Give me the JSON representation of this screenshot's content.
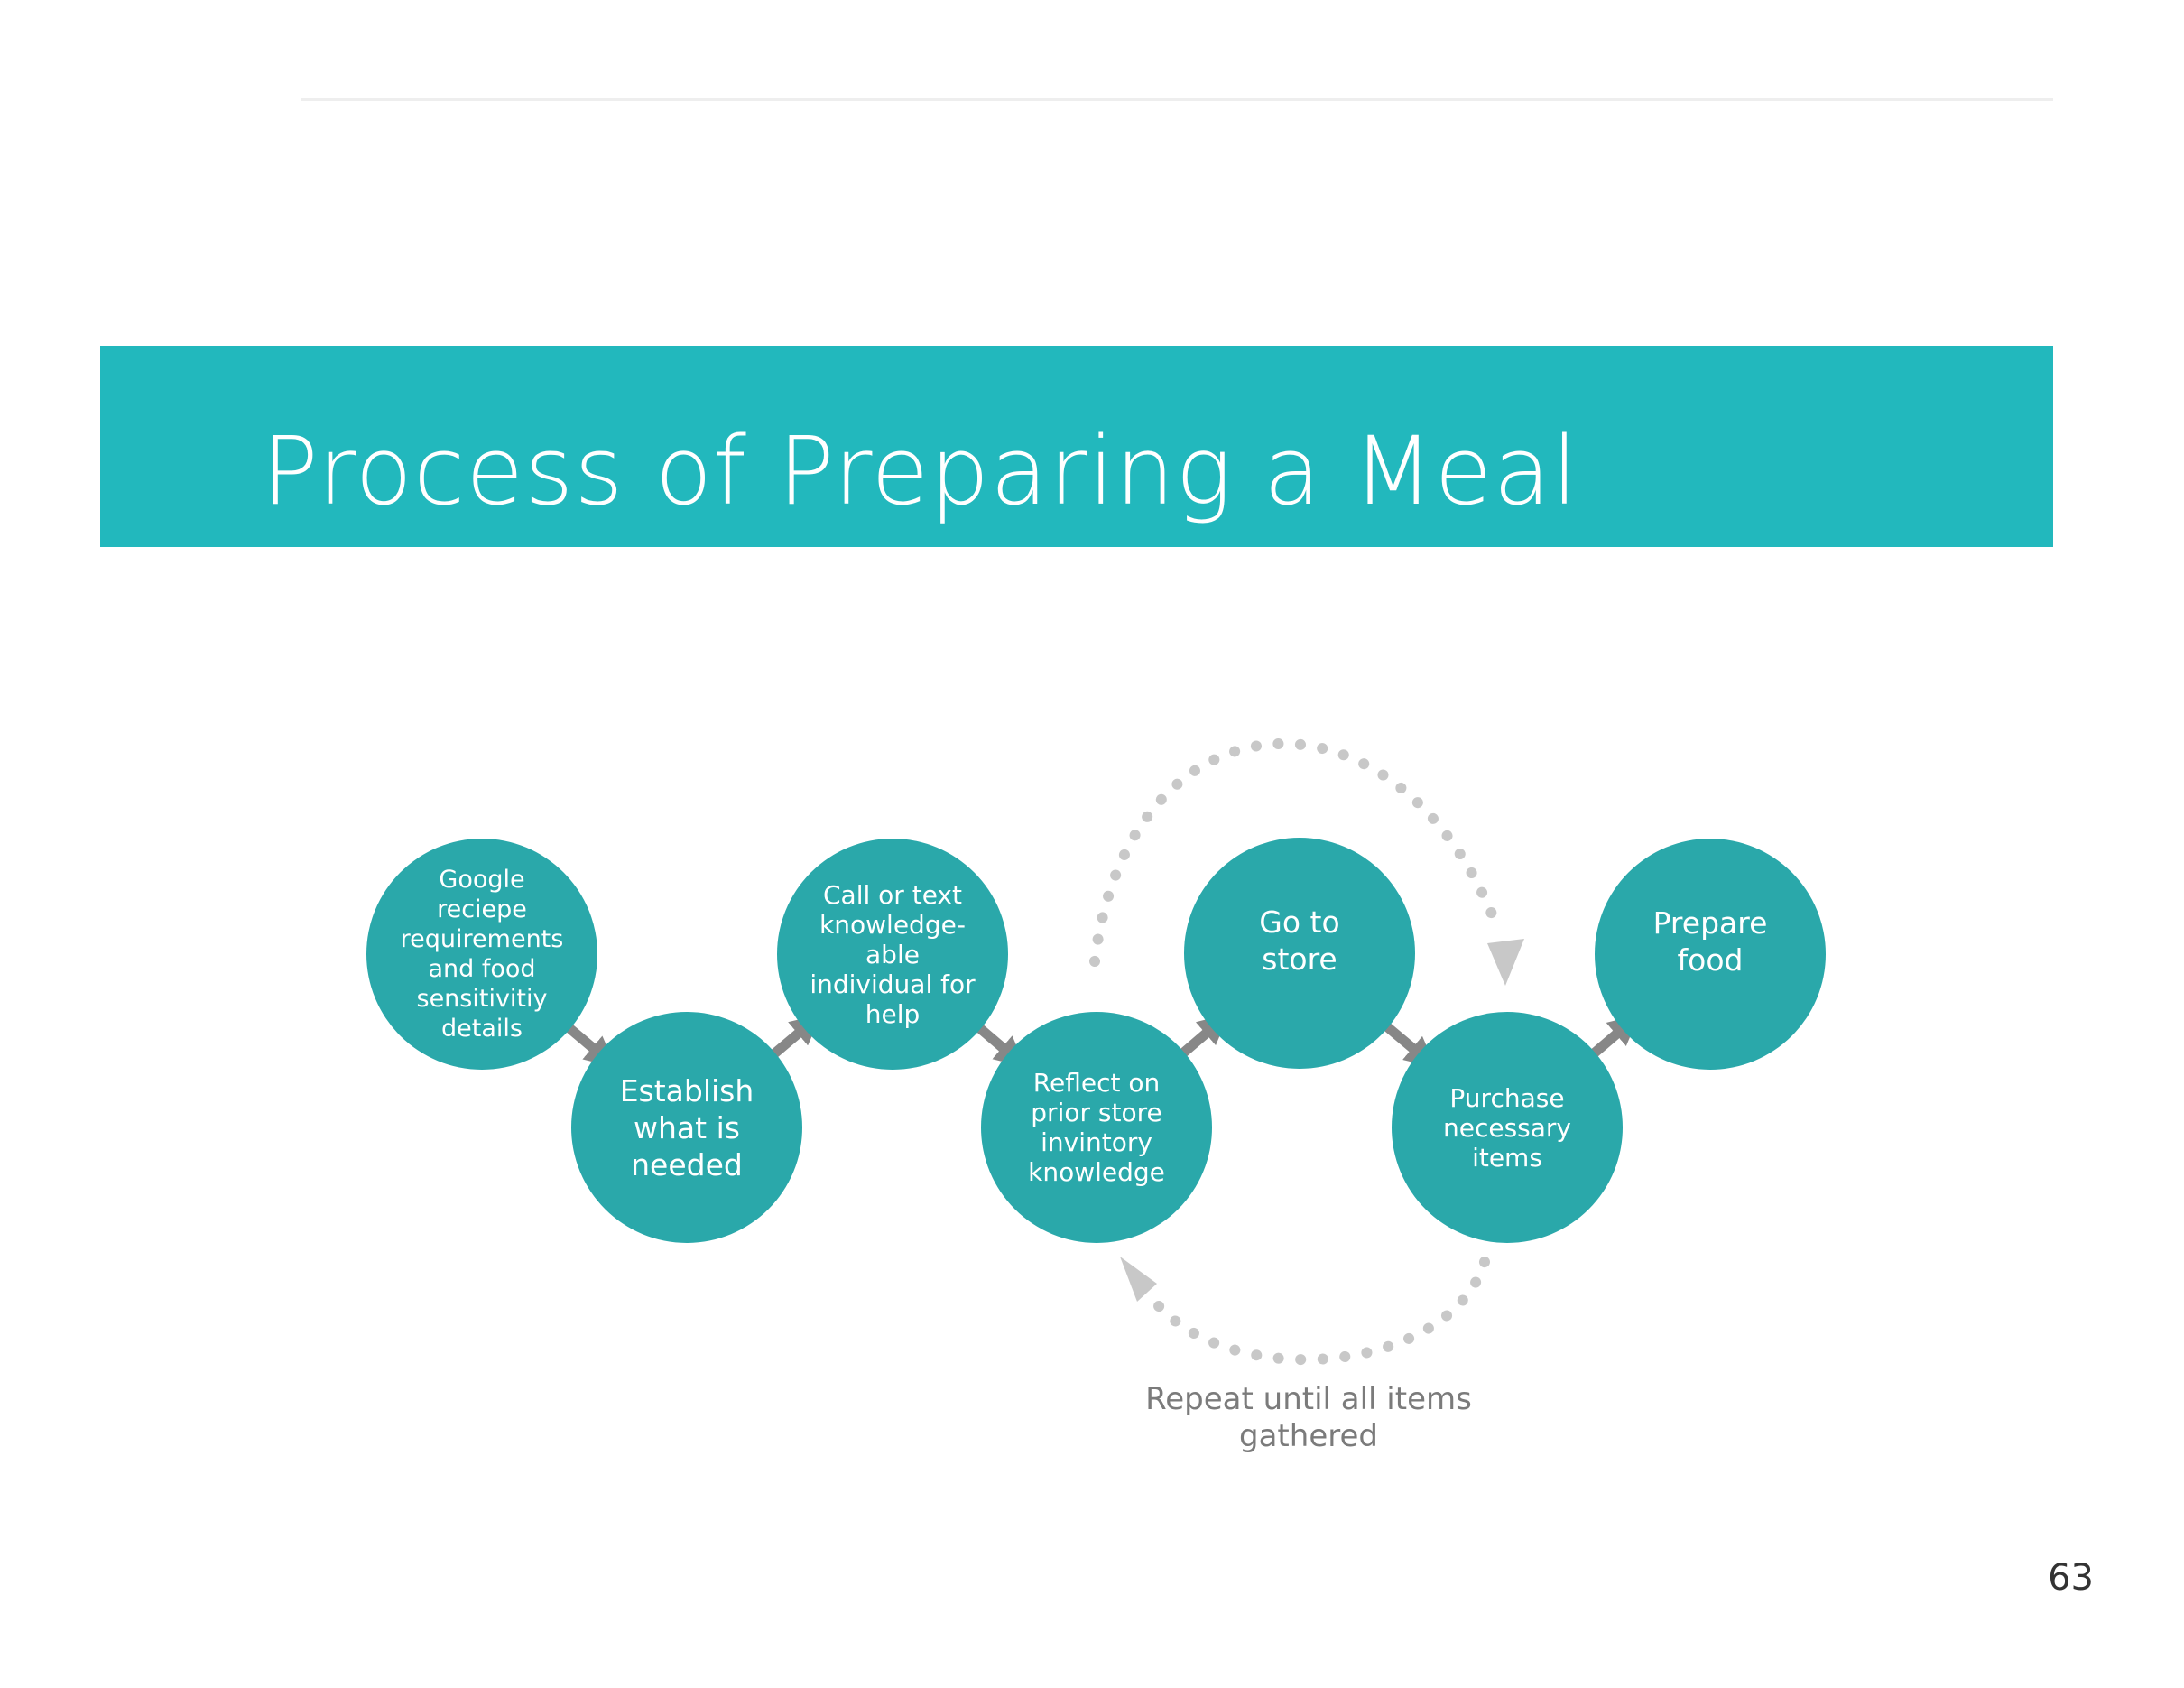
{
  "slide": {
    "title": "Process of Preparing a Meal",
    "page_number": "63",
    "accent_color": "#22b8bd",
    "node_color": "#2aa8aa",
    "arrow_color": "#878787",
    "loop_color": "#c8c8c8"
  },
  "process": {
    "steps": [
      {
        "label": "Google\nreciepe\nrequirements\nand food\nsensitivitiy\ndetails"
      },
      {
        "label": "Establish\nwhat is\nneeded"
      },
      {
        "label": "Call or text\nknowledge-\nable\nindividual for\nhelp"
      },
      {
        "label": "Reflect on\nprior store\ninvintory\nknowledge"
      },
      {
        "label": "Go to\nstore"
      },
      {
        "label": "Purchase\nnecessary\nitems"
      },
      {
        "label": "Prepare\nfood"
      }
    ],
    "loop_caption": "Repeat until all items\ngathered"
  }
}
